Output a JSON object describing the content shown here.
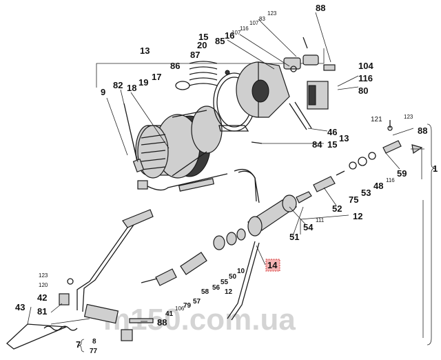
{
  "watermark": "m150.com.ua",
  "highlighted_label": "14",
  "labels": {
    "l88a": "88",
    "l123a": "123",
    "l83": "83",
    "l107a": "107",
    "l116a": "116",
    "l107b": "107",
    "l15a": "15",
    "l85": "85",
    "l16": "16",
    "l20": "20",
    "l13a": "13",
    "l87": "87",
    "l86": "86",
    "l19": "19",
    "l17": "17",
    "l82": "82",
    "l18": "18",
    "l9": "9",
    "l104": "104",
    "l116b": "116",
    "l80": "80",
    "l46": "46",
    "l13b": "13",
    "l84": "84",
    "l15b": "15",
    "l121": "121",
    "l123b": "123",
    "l88b": "88",
    "l1": "1",
    "l59": "59",
    "l116c": "116",
    "l48": "48",
    "l53": "53",
    "l75": "75",
    "l52": "52",
    "l111": "111",
    "l12a": "12",
    "l54": "54",
    "l51": "51",
    "l10": "10",
    "l50": "50",
    "l55": "55",
    "l56": "56",
    "l58": "58",
    "l57": "57",
    "l12b": "12",
    "l79": "79",
    "l106": "106",
    "l41": "41",
    "l123c": "123",
    "l120": "120",
    "l42": "42",
    "l43": "43",
    "l81": "81",
    "l88c": "88",
    "l7": "7",
    "l8": "8",
    "l77": "77"
  }
}
